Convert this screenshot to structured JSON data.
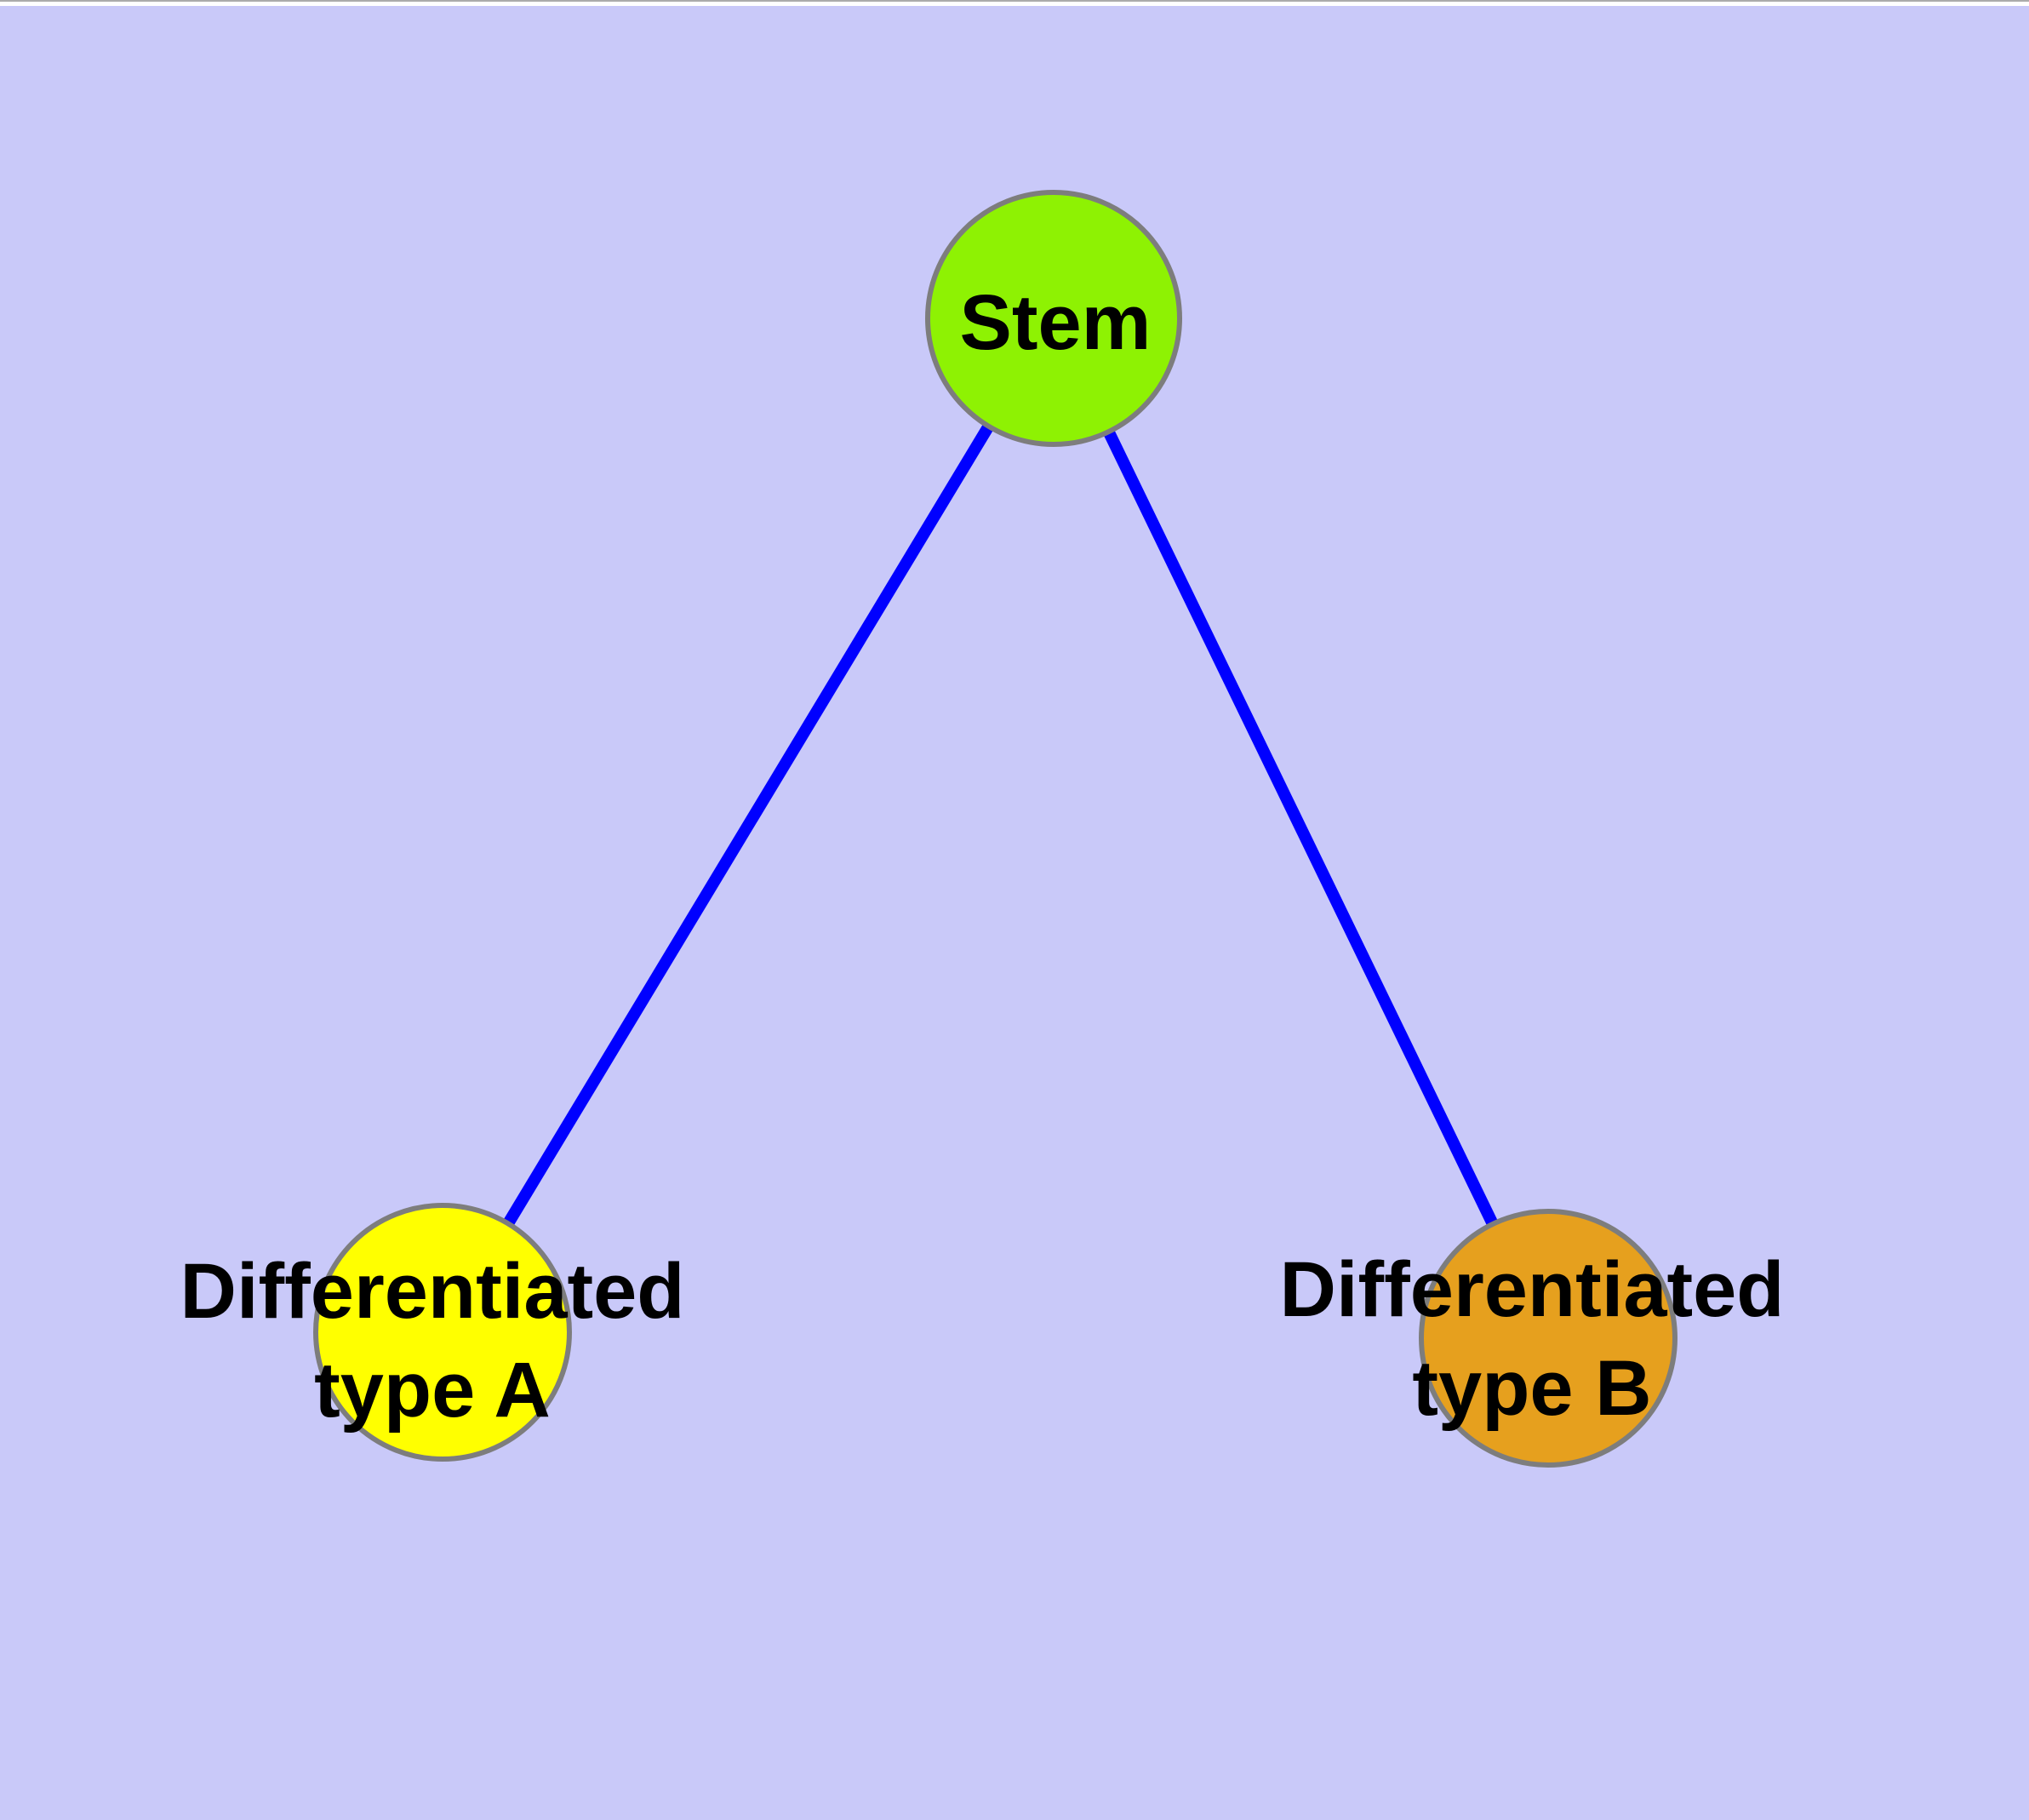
{
  "page": {
    "top_border_color": "#ababab",
    "margin_color": "#ffffff"
  },
  "diagram": {
    "type": "graph",
    "description": "Stem cell differentiation tree: one stem node with two differentiated child nodes",
    "background_color": "#c9c9f9",
    "edge_color": "#0000ff",
    "node_border_color": "#7d7d7d",
    "label_color": "#000000",
    "nodes": [
      {
        "id": "stem",
        "label_lines": [
          "Stem"
        ],
        "fill": "#8ef203"
      },
      {
        "id": "differentiated-type-a",
        "label_lines": [
          "Differentiated",
          "type A"
        ],
        "fill": "#ffff00"
      },
      {
        "id": "differentiated-type-b",
        "label_lines": [
          "Differentiated",
          "type B"
        ],
        "fill": "#e6a01e"
      }
    ],
    "edges": [
      {
        "from": "stem",
        "to": "differentiated-type-a"
      },
      {
        "from": "stem",
        "to": "differentiated-type-b"
      }
    ]
  }
}
